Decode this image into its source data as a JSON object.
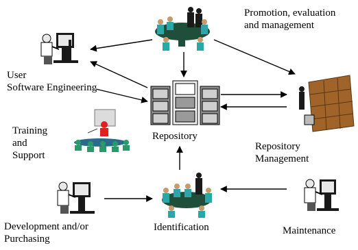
{
  "diagram": {
    "labels": {
      "promotion": [
        "Promotion, evaluation",
        "and management"
      ],
      "user": [
        "User",
        "Software Engineering"
      ],
      "repository": "Repository",
      "training": [
        "Training",
        "and",
        "Support"
      ],
      "repository_management": [
        "Repository",
        "Management"
      ],
      "development": [
        "Development and/or",
        "Purchasing"
      ],
      "identification": "Identification",
      "maintenance": "Maintenance"
    },
    "icons": {
      "meeting_top": "meeting-table-icon",
      "user_workstation": "workstation-user-icon",
      "repository": "file-cabinet-icon",
      "shelves": "storage-shelves-icon",
      "training": "training-presentation-icon",
      "development_workstation": "workstation-user-icon",
      "meeting_bottom": "meeting-table-icon",
      "maintenance_workstation": "workstation-user-icon"
    },
    "colors": {
      "line": "#000000",
      "table": "#1f4f3a",
      "person_teal": "#2aa7a7",
      "person_dark": "#1a1a1a",
      "cabinet": "#8c8c8c",
      "shelf_wood": "#a0642a",
      "presentation_red": "#e02020",
      "audience_green": "#2a9a6a"
    }
  }
}
